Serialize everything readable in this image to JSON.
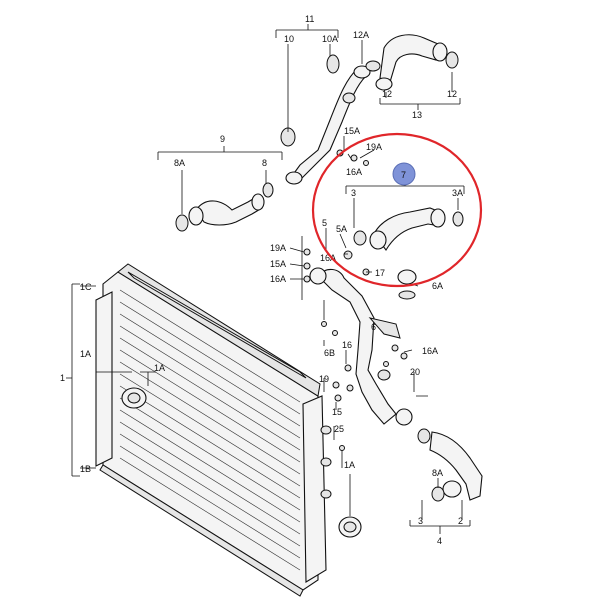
{
  "labels": {
    "l11": "11",
    "l10": "10",
    "l10A": "10A",
    "l12A": "12A",
    "l12a": "12",
    "l12b": "12",
    "l13": "13",
    "l9": "9",
    "l8A_top": "8A",
    "l8_top": "8",
    "l15A_top": "15A",
    "l19A_top": "19A",
    "l16A_top": "16A",
    "l7": "7",
    "l3_box": "3",
    "l3A": "3A",
    "l5_box": "5",
    "l5A": "5A",
    "l16A_box": "16A",
    "l19A_mid": "19A",
    "l15A_mid": "15A",
    "l16A_mid": "16A",
    "l17": "17",
    "l6A": "6A",
    "l6": "6",
    "l6B": "6B",
    "l16": "16",
    "l16A_right": "16A",
    "l19": "19",
    "l15": "15",
    "l25": "25",
    "l20": "20",
    "l1A_right": "1A",
    "l1C": "1C",
    "l1A_left": "1A",
    "l1": "1",
    "l1A_inner": "1A",
    "l1B": "1B",
    "l8A_bottom": "8A",
    "l3_bottom": "3",
    "l2": "2",
    "l4": "4"
  },
  "highlight": {
    "color": "#e0262a",
    "marker_color": "#7f93d8"
  }
}
